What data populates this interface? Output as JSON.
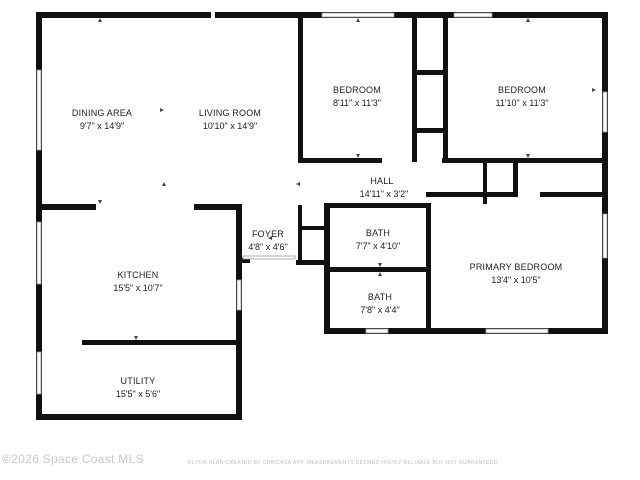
{
  "rooms": {
    "dining": {
      "name": "DINING AREA",
      "dim": "9'7\" x 14'9\""
    },
    "living": {
      "name": "LIVING ROOM",
      "dim": "10'10\" x 14'9\""
    },
    "bedroom1": {
      "name": "BEDROOM",
      "dim": "8'11\" x 11'3\""
    },
    "bedroom2": {
      "name": "BEDROOM",
      "dim": "11'10\" x 11'3\""
    },
    "hall": {
      "name": "HALL",
      "dim": "14'11\" x 3'2\""
    },
    "foyer": {
      "name": "FOYER",
      "dim": "4'8\" x 4'6\""
    },
    "bath1": {
      "name": "BATH",
      "dim": "7'7\" x 4'10\""
    },
    "bath2": {
      "name": "BATH",
      "dim": "7'8\" x 4'4\""
    },
    "kitchen": {
      "name": "KITCHEN",
      "dim": "15'5\" x 10'7\""
    },
    "primary": {
      "name": "PRIMARY BEDROOM",
      "dim": "13'4\" x 10'5\""
    },
    "utility": {
      "name": "UTILITY",
      "dim": "15'5\" x 5'6\""
    }
  },
  "watermark": "©2026 Space Coast MLS",
  "disclaimer": "FLOOR PLAN CREATED BY CUBICASA APP. MEASUREMENTS DEEMED HIGHLY RELIABLE BUT NOT GUARANTEED.",
  "colors": {
    "wall": "#111111",
    "background": "#ffffff",
    "watermark": "#c9c9c9"
  }
}
